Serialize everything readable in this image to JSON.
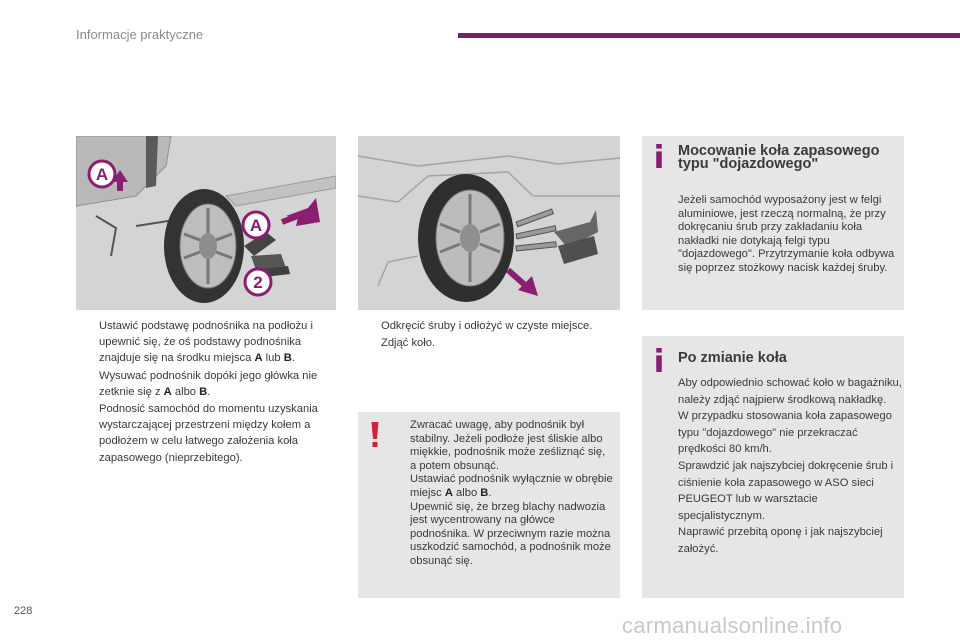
{
  "header": {
    "title": "Informacje praktyczne",
    "accent_color": "#7a1f67"
  },
  "figure1": {
    "label_a1": "A",
    "label_a2": "A",
    "label_2": "2"
  },
  "steps1": {
    "marker": "",
    "items": [
      {
        "before": "Ustawić podstawę podnośnika na podłożu i upewnić się, że oś podstawy podnośnika znajduje się na środku miejsca ",
        "b1": "A",
        "mid": " lub ",
        "b2": "B",
        "after": "."
      },
      {
        "before": "Wysuwać podnośnik dopóki jego główka nie zetknie się z ",
        "b1": "A",
        "mid": " albo ",
        "b2": "B",
        "after": "."
      },
      {
        "text": "Podnosić samochód do momentu uzyskania wystarczającej przestrzeni między kołem a podłożem w celu łatwego założenia koła zapasowego (nieprzebitego)."
      }
    ]
  },
  "steps2": {
    "items": [
      "Odkręcić śruby i odłożyć w czyste miejsce.",
      "Zdjąć koło."
    ]
  },
  "warning": {
    "line1": "Zwracać uwagę, aby podnośnik był stabilny. Jeżeli podłoże jest śliskie albo miękkie, podnośnik może ześliznąć się, a potem obsunąć.",
    "line2_before": "Ustawiać podnośnik wyłącznie w obrębie miejsc ",
    "line2_b1": "A",
    "line2_mid": " albo ",
    "line2_b2": "B",
    "line2_after": ".",
    "line3": "Upewnić się, że brzeg blachy nadwozia jest wycentrowany na główce podnośnika. W przeciwnym razie można uszkodzić samochód, a podnośnik może obsunąć się.",
    "icon_color": "#d6203a"
  },
  "info1": {
    "title": "Mocowanie koła zapasowego typu \"dojazdowego\"",
    "text": "Jeżeli samochód wyposażony jest w felgi aluminiowe, jest rzeczą normalną, że przy dokręcaniu śrub przy zakładaniu koła nakładki nie dotykają felgi typu \"dojazdowego\". Przytrzymanie koła odbywa się poprzez stożkowy nacisk każdej śruby.",
    "icon_color": "#8a1f72"
  },
  "info2": {
    "title": "Po zmianie koła",
    "p1": "Aby odpowiednio schować koło w bagażniku, należy zdjąć najpierw środkową nakładkę.",
    "p2": "W przypadku stosowania koła zapasowego typu \"dojazdowego\" nie przekraczać prędkości 80 km/h.",
    "p3": "Sprawdzić jak najszybciej dokręcenie śrub i ciśnienie koła zapasowego w ASO sieci PEUGEOT lub w warsztacie specjalistycznym.",
    "p4": "Naprawić przebitą oponę i jak najszybciej założyć.",
    "icon_color": "#8a1f72"
  },
  "page_number": "228",
  "watermark": "carmanualsonline.info"
}
